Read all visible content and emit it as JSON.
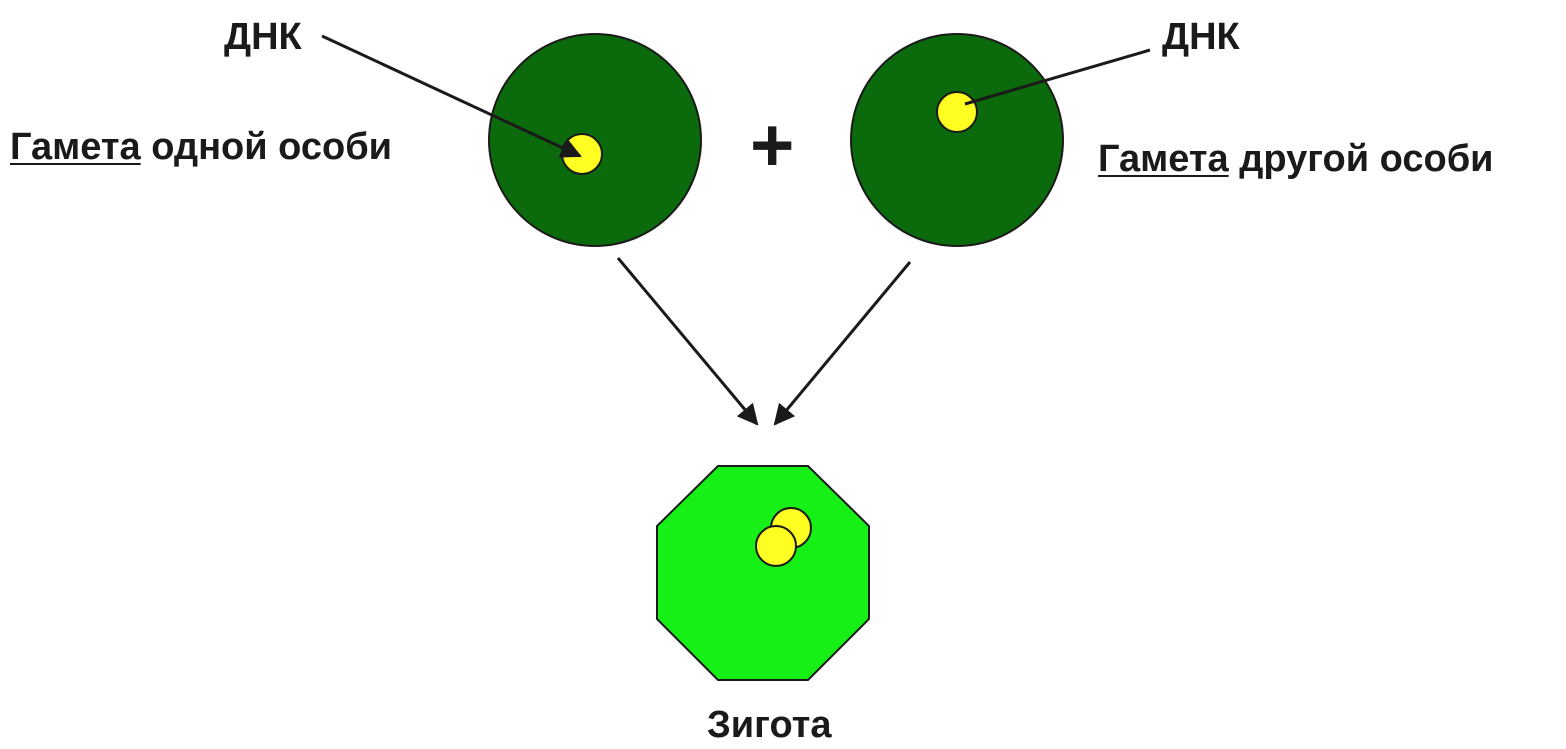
{
  "labels": {
    "dna_left": "ДНК",
    "dna_right": "ДНК",
    "gamete_word": "Гамета",
    "gamete_left_rest": "одной особи",
    "gamete_right_rest": "другой особи",
    "plus": "+",
    "zygote": "Зигота"
  },
  "colors": {
    "gamete_fill": "#0b6a0b",
    "zygote_fill": "#17f017",
    "dna_fill": "#ffff22",
    "outline": "#1a1a1a",
    "text": "#1a1a1a"
  }
}
